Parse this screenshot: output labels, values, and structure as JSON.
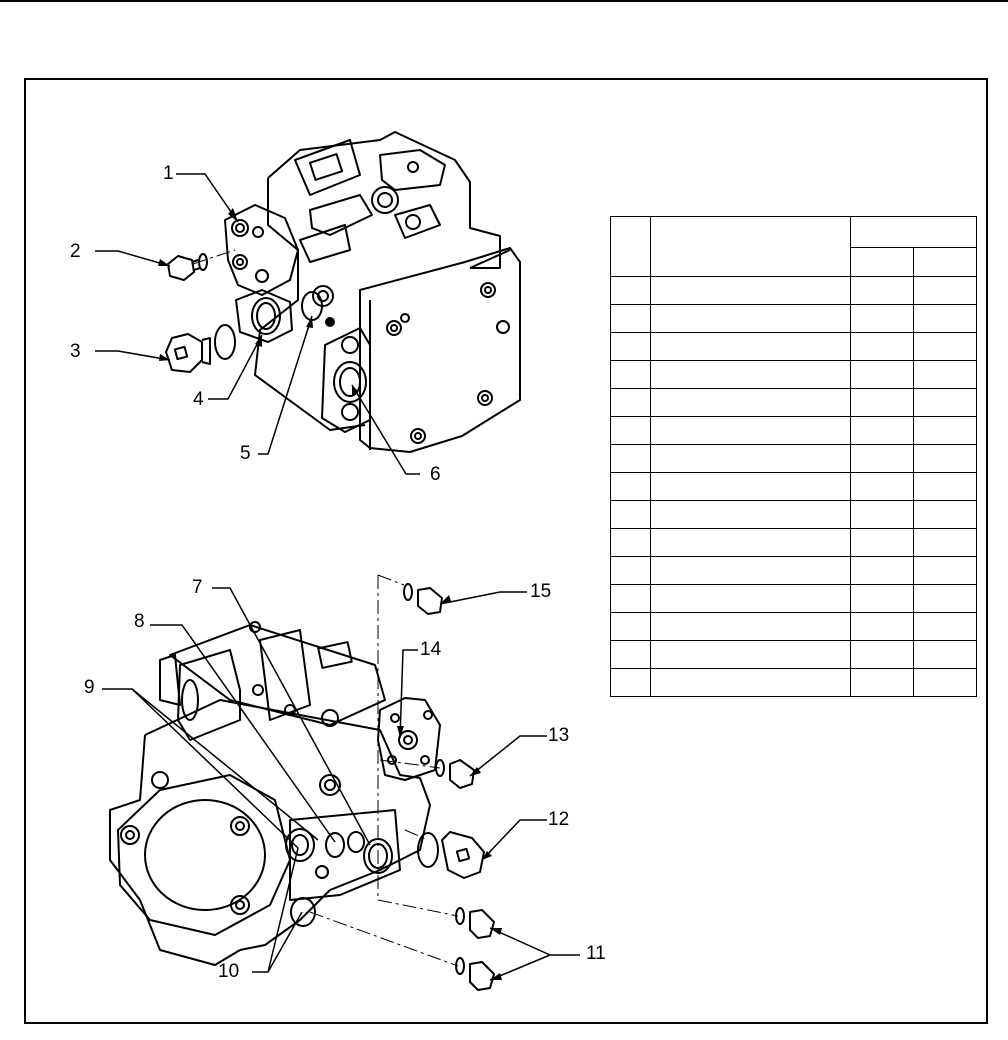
{
  "diagram": {
    "callouts": [
      {
        "id": "c1",
        "label": "1"
      },
      {
        "id": "c2",
        "label": "2"
      },
      {
        "id": "c3",
        "label": "3"
      },
      {
        "id": "c4",
        "label": "4"
      },
      {
        "id": "c5",
        "label": "5"
      },
      {
        "id": "c6",
        "label": "6"
      },
      {
        "id": "c7",
        "label": "7"
      },
      {
        "id": "c8",
        "label": "8"
      },
      {
        "id": "c9",
        "label": "9"
      },
      {
        "id": "c10",
        "label": "10"
      },
      {
        "id": "c11",
        "label": "11"
      },
      {
        "id": "c12",
        "label": "12"
      },
      {
        "id": "c13",
        "label": "13"
      },
      {
        "id": "c14",
        "label": "14"
      },
      {
        "id": "c15",
        "label": "15"
      }
    ]
  },
  "table": {
    "header": [
      "",
      "",
      "",
      "",
      ""
    ],
    "rows": [
      [
        "",
        "",
        "",
        ""
      ],
      [
        "",
        "",
        "",
        ""
      ],
      [
        "",
        "",
        "",
        ""
      ],
      [
        "",
        "",
        "",
        ""
      ],
      [
        "",
        "",
        "",
        ""
      ],
      [
        "",
        "",
        "",
        ""
      ],
      [
        "",
        "",
        "",
        ""
      ],
      [
        "",
        "",
        "",
        ""
      ],
      [
        "",
        "",
        "",
        ""
      ],
      [
        "",
        "",
        "",
        ""
      ],
      [
        "",
        "",
        "",
        ""
      ],
      [
        "",
        "",
        "",
        ""
      ],
      [
        "",
        "",
        "",
        ""
      ],
      [
        "",
        "",
        "",
        ""
      ],
      [
        "",
        "",
        "",
        ""
      ]
    ]
  }
}
